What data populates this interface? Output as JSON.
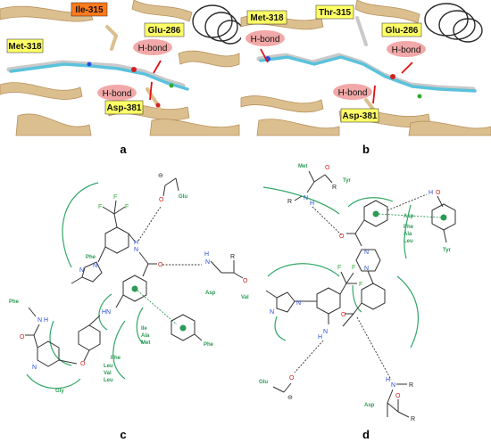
{
  "panels": {
    "a": {
      "label": "a",
      "tags": {
        "ile": "Ile-315",
        "met": "Met-318",
        "glu": "Glu-286",
        "asp": "Asp-381",
        "hbond_glu": "H-bond",
        "hbond_asp": "H-bond"
      }
    },
    "b": {
      "label": "b",
      "tags": {
        "met": "Met-318",
        "thr": "Thr-315",
        "glu": "Glu-286",
        "asp": "Asp-381",
        "hbond_met": "H-bond",
        "hbond_glu": "H-bond",
        "hbond_asp": "H-bond"
      }
    },
    "c": {
      "label": "c",
      "residues": {
        "glu": "Glu",
        "asp": "Asp",
        "val": "Val",
        "phe_top": "Phe",
        "phe_left": "Phe",
        "gly": "Gly",
        "ile": "Ile",
        "ala": "Ala",
        "met": "Met",
        "phe_ring": "Phe",
        "phe_bottom": "Phe",
        "leu1": "Leu",
        "val2": "Val",
        "leu2": "Leu"
      },
      "atoms": {
        "F1": "F",
        "F2": "F",
        "F3": "F",
        "N_amide": "N",
        "H_amide": "H",
        "O_amide": "O",
        "N_asp": "N",
        "H_asp": "H",
        "R_asp": "R",
        "O_asp": "O",
        "N_im1": "N",
        "N_im2": "N",
        "HN": "HN",
        "O_glu": "O",
        "Ominus": "⊖",
        "NH_lig": "N",
        "H_lig": "H",
        "O_lig": "O",
        "N_py": "N",
        "O_ether": "O"
      }
    },
    "d": {
      "label": "d",
      "residues": {
        "met": "Met",
        "tyr_top": "Tyr",
        "asp_top": "Asp",
        "phe": "Phe",
        "ala": "Ala",
        "leu": "Leu",
        "tyr_ring": "Tyr",
        "glu": "Glu",
        "asp_bottom": "Asp"
      },
      "atoms": {
        "R1": "R",
        "N1": "N",
        "H1": "H",
        "O1": "O",
        "R2": "R",
        "O_link": "O",
        "H_OH": "H",
        "O_OH": "O",
        "N_pip1": "N",
        "N_pip2": "N",
        "F1": "F",
        "F2": "F",
        "F3": "F",
        "N_im1": "N",
        "N_im2": "N",
        "N_am": "N",
        "H_am": "H",
        "O_am": "O",
        "O_glu": "O",
        "Ominus": "⊖",
        "N_asp": "N",
        "H_asp": "H",
        "R_asp": "R",
        "O_asp": "O",
        "R_asp2": "R"
      }
    }
  },
  "colors": {
    "protein_ribbon": "#dcbf8f",
    "protein_dark": "#b8925e",
    "ligand_cyan": "#5bc2dc",
    "ligand_grey": "#c9c9c9",
    "tag_yellow": "#ffff66",
    "tag_orange": "#ff7a1a",
    "hbond_pink": "#f2a8a8",
    "hbond_line": "#e01010",
    "residue_green": "#2a9a54",
    "atom_red": "#d42020",
    "atom_blue": "#2a4ed8",
    "fluorine_green": "#33aa33"
  }
}
